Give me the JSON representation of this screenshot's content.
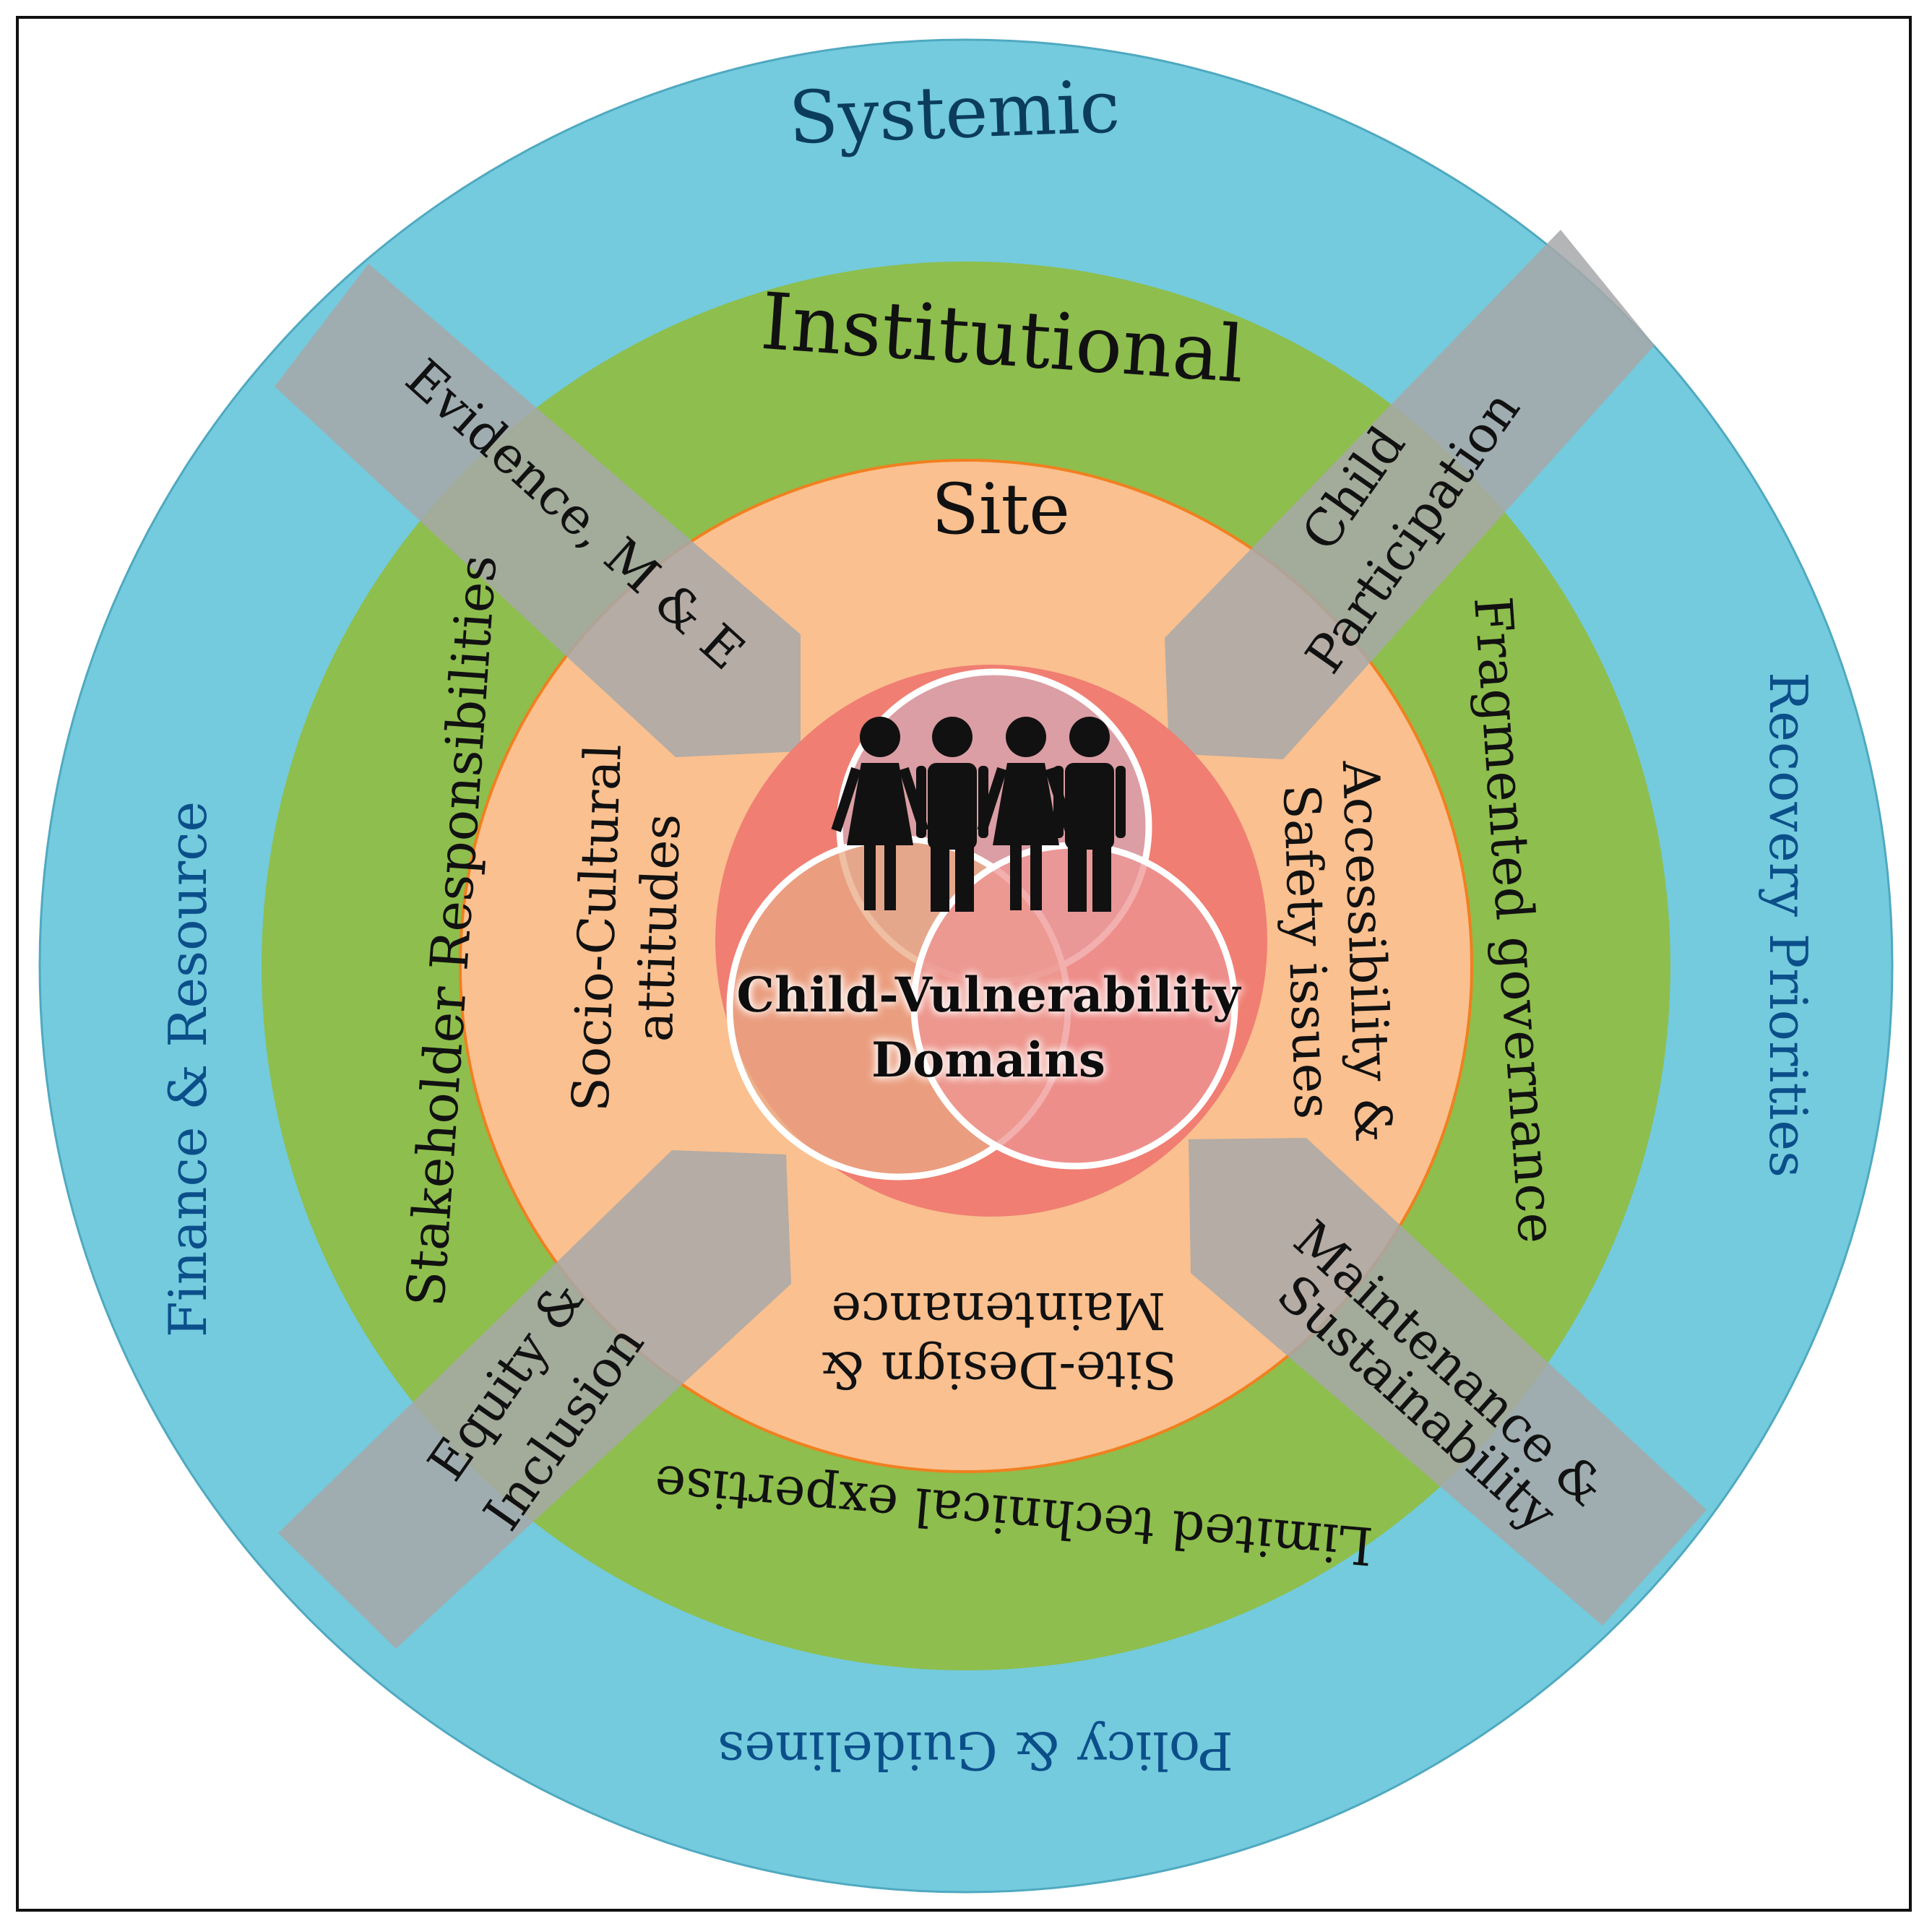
{
  "rings": {
    "systemic": {
      "title": "Systemic",
      "items": [
        "Finance & Resource",
        "Recovery Priorities",
        "Policy & Guidelines"
      ],
      "color": "#73CBDD",
      "text_color": "#0B4F8A"
    },
    "institutional": {
      "title": "Institutional",
      "items": [
        "Stakeholder Responsibilities",
        "Fragmented governance",
        "Limited technical expertise"
      ],
      "color": "#8EBE4D",
      "text_color": "#111111"
    },
    "site": {
      "title": "Site",
      "items": [
        "Socio-Cultural",
        "attitudes",
        "Accessibility &",
        "Safety issues",
        "Site-Design &",
        "Maintenance"
      ],
      "color": "#FAC08F",
      "border_color": "#F08020",
      "text_color": "#111111"
    }
  },
  "arrows": {
    "color": "#A7A8A9",
    "items": [
      {
        "lines": [
          "Evidence, M & E"
        ]
      },
      {
        "lines": [
          "Child",
          "Participation"
        ]
      },
      {
        "lines": [
          "Equity &",
          "Inclusion"
        ]
      },
      {
        "lines": [
          "Maintenance &",
          "Sustainability"
        ]
      }
    ]
  },
  "core": {
    "title_line1": "Child-Vulnerability",
    "title_line2": "Domains",
    "color": "#F07E72",
    "circle_colors": [
      "#D9A0A6",
      "#E8A984",
      "#EE9493"
    ],
    "icon": "children-group-icon"
  }
}
